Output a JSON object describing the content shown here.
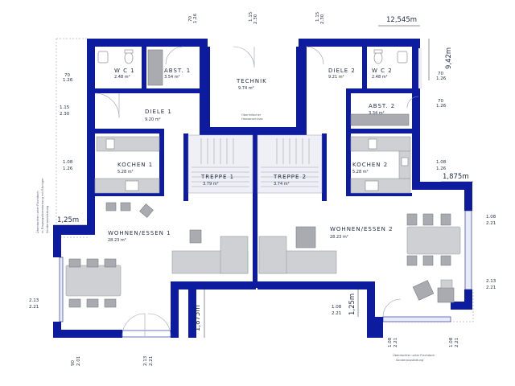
{
  "rooms": {
    "wc1": {
      "name": "W C 1",
      "area": "2.48 m²"
    },
    "abst1": {
      "name": "ABST. 1",
      "area": "3.54 m²"
    },
    "technik": {
      "name": "TECHNIK",
      "area": "9.74 m²"
    },
    "diele2": {
      "name": "DIELE 2",
      "area": "9.21 m²"
    },
    "wc2": {
      "name": "W C 2",
      "area": "2.48 m²"
    },
    "diele1": {
      "name": "DIELE 1",
      "area": "9.20 m²"
    },
    "abst2": {
      "name": "ABST. 2",
      "area": "3.34 m²"
    },
    "kochen1": {
      "name": "KOCHEN 1",
      "area": "5.28 m²"
    },
    "treppe1": {
      "name": "TREPPE 1",
      "area": "3.79 m²"
    },
    "treppe2": {
      "name": "TREPPE 2",
      "area": "3.74 m²"
    },
    "kochen2": {
      "name": "KOCHEN 2",
      "area": "5.28 m²"
    },
    "wohnen1": {
      "name": "WOHNEN/ESSEN 1",
      "area": "28.23 m²"
    },
    "wohnen2": {
      "name": "WOHNEN/ESSEN 2",
      "area": "28.23 m²"
    }
  },
  "dimensions": {
    "top_width": "12,545m",
    "right_height": "9,42m",
    "left_step": "1,25m",
    "right_step": "1,875m",
    "bottom_left_step": "1,875m",
    "bottom_right_step": "1,25m",
    "top_window_1_a": "70",
    "top_window_1_b": "1.26",
    "top_window_2_a": "1.15",
    "top_window_2_b": "2.30",
    "top_window_3_a": "1.15",
    "top_window_3_b": "2.30",
    "left_wc_a": "70",
    "left_wc_b": "1.26",
    "left_door_a": "1.15",
    "left_door_b": "2.30",
    "left_kitchen_a": "1.08",
    "left_kitchen_b": "1.26",
    "right_wc_a": "70",
    "right_wc_b": "1.26",
    "right_abst_a": "70",
    "right_abst_b": "1.26",
    "right_kitchen_a": "1.08",
    "right_kitchen_b": "1.26",
    "right_living_a": "1.08",
    "right_living_b": "2.21",
    "right_lower_a": "2.13",
    "right_lower_b": "2.21",
    "left_lower_a": "2.13",
    "left_lower_b": "2.21",
    "mid_a": "1.08",
    "mid_b": "2.21",
    "bottom_a": "90",
    "bottom_b": "2.01",
    "bottom_c": "2.13",
    "bottom_d": "2.21",
    "bottom_e": "1.08",
    "bottom_f": "2.21",
    "bottom_g": "1.08",
    "bottom_h": "2.21"
  },
  "notes": {
    "technik_1": "Oberirdischer",
    "technik_2": "Hausanschluss",
    "left_side_1": "Überdachter unter Flachdach",
    "left_side_2": "m Eingangsüberdachung mit flächiger",
    "left_side_3": "Sonderausstattung",
    "bottom_right_1": "Überdachter unter Flachdach",
    "bottom_right_2": "Sonderausstattung"
  },
  "colors": {
    "wall": "#0d1b9e",
    "furniture": "#cfd0d4",
    "text": "#1f2a44"
  }
}
